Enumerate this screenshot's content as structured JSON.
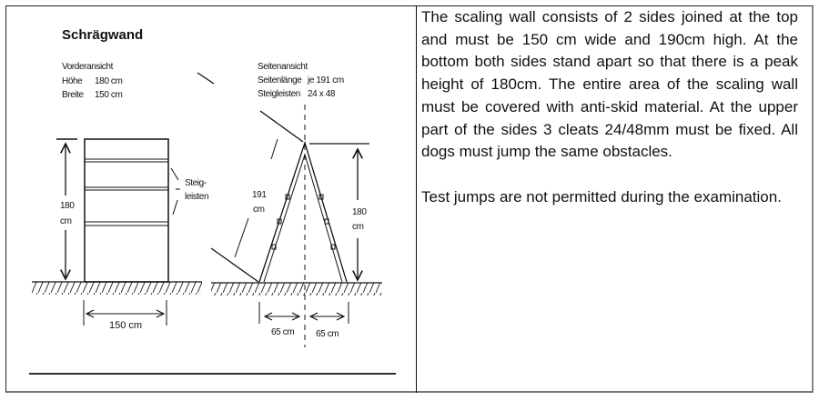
{
  "diagram": {
    "title": "Schrägwand",
    "front": {
      "heading": "Vorderansicht",
      "height_label": "Höhe",
      "height_value": "180 cm",
      "width_label": "Breite",
      "width_value": "150 cm",
      "dim_height_num": "180",
      "dim_height_unit": "cm",
      "dim_width": "150 cm",
      "cleat_label_1": "Steig-",
      "cleat_label_2": "leisten"
    },
    "side": {
      "heading": "Seitenansicht",
      "length_label": "Seitenlänge",
      "length_value": "je 191 cm",
      "cleats_label": "Steigleisten",
      "cleats_value": "24 x 48",
      "side_num": "191",
      "side_unit": "cm",
      "height_num": "180",
      "height_unit": "cm",
      "half_left": "65 cm",
      "half_right": "65 cm"
    }
  },
  "description": {
    "paragraph1": "The scaling wall consists of 2 sides joined at the top and must be 150 cm wide and 190cm high. At the bottom both sides stand apart so that there is a peak height of 180cm. The entire area of the scaling wall must be covered with anti-skid material. At the upper part of the sides 3 cleats 24/48mm must be fixed. All dogs must jump the same obstacles.",
    "paragraph2": "Test jumps are not permitted during the examination."
  }
}
